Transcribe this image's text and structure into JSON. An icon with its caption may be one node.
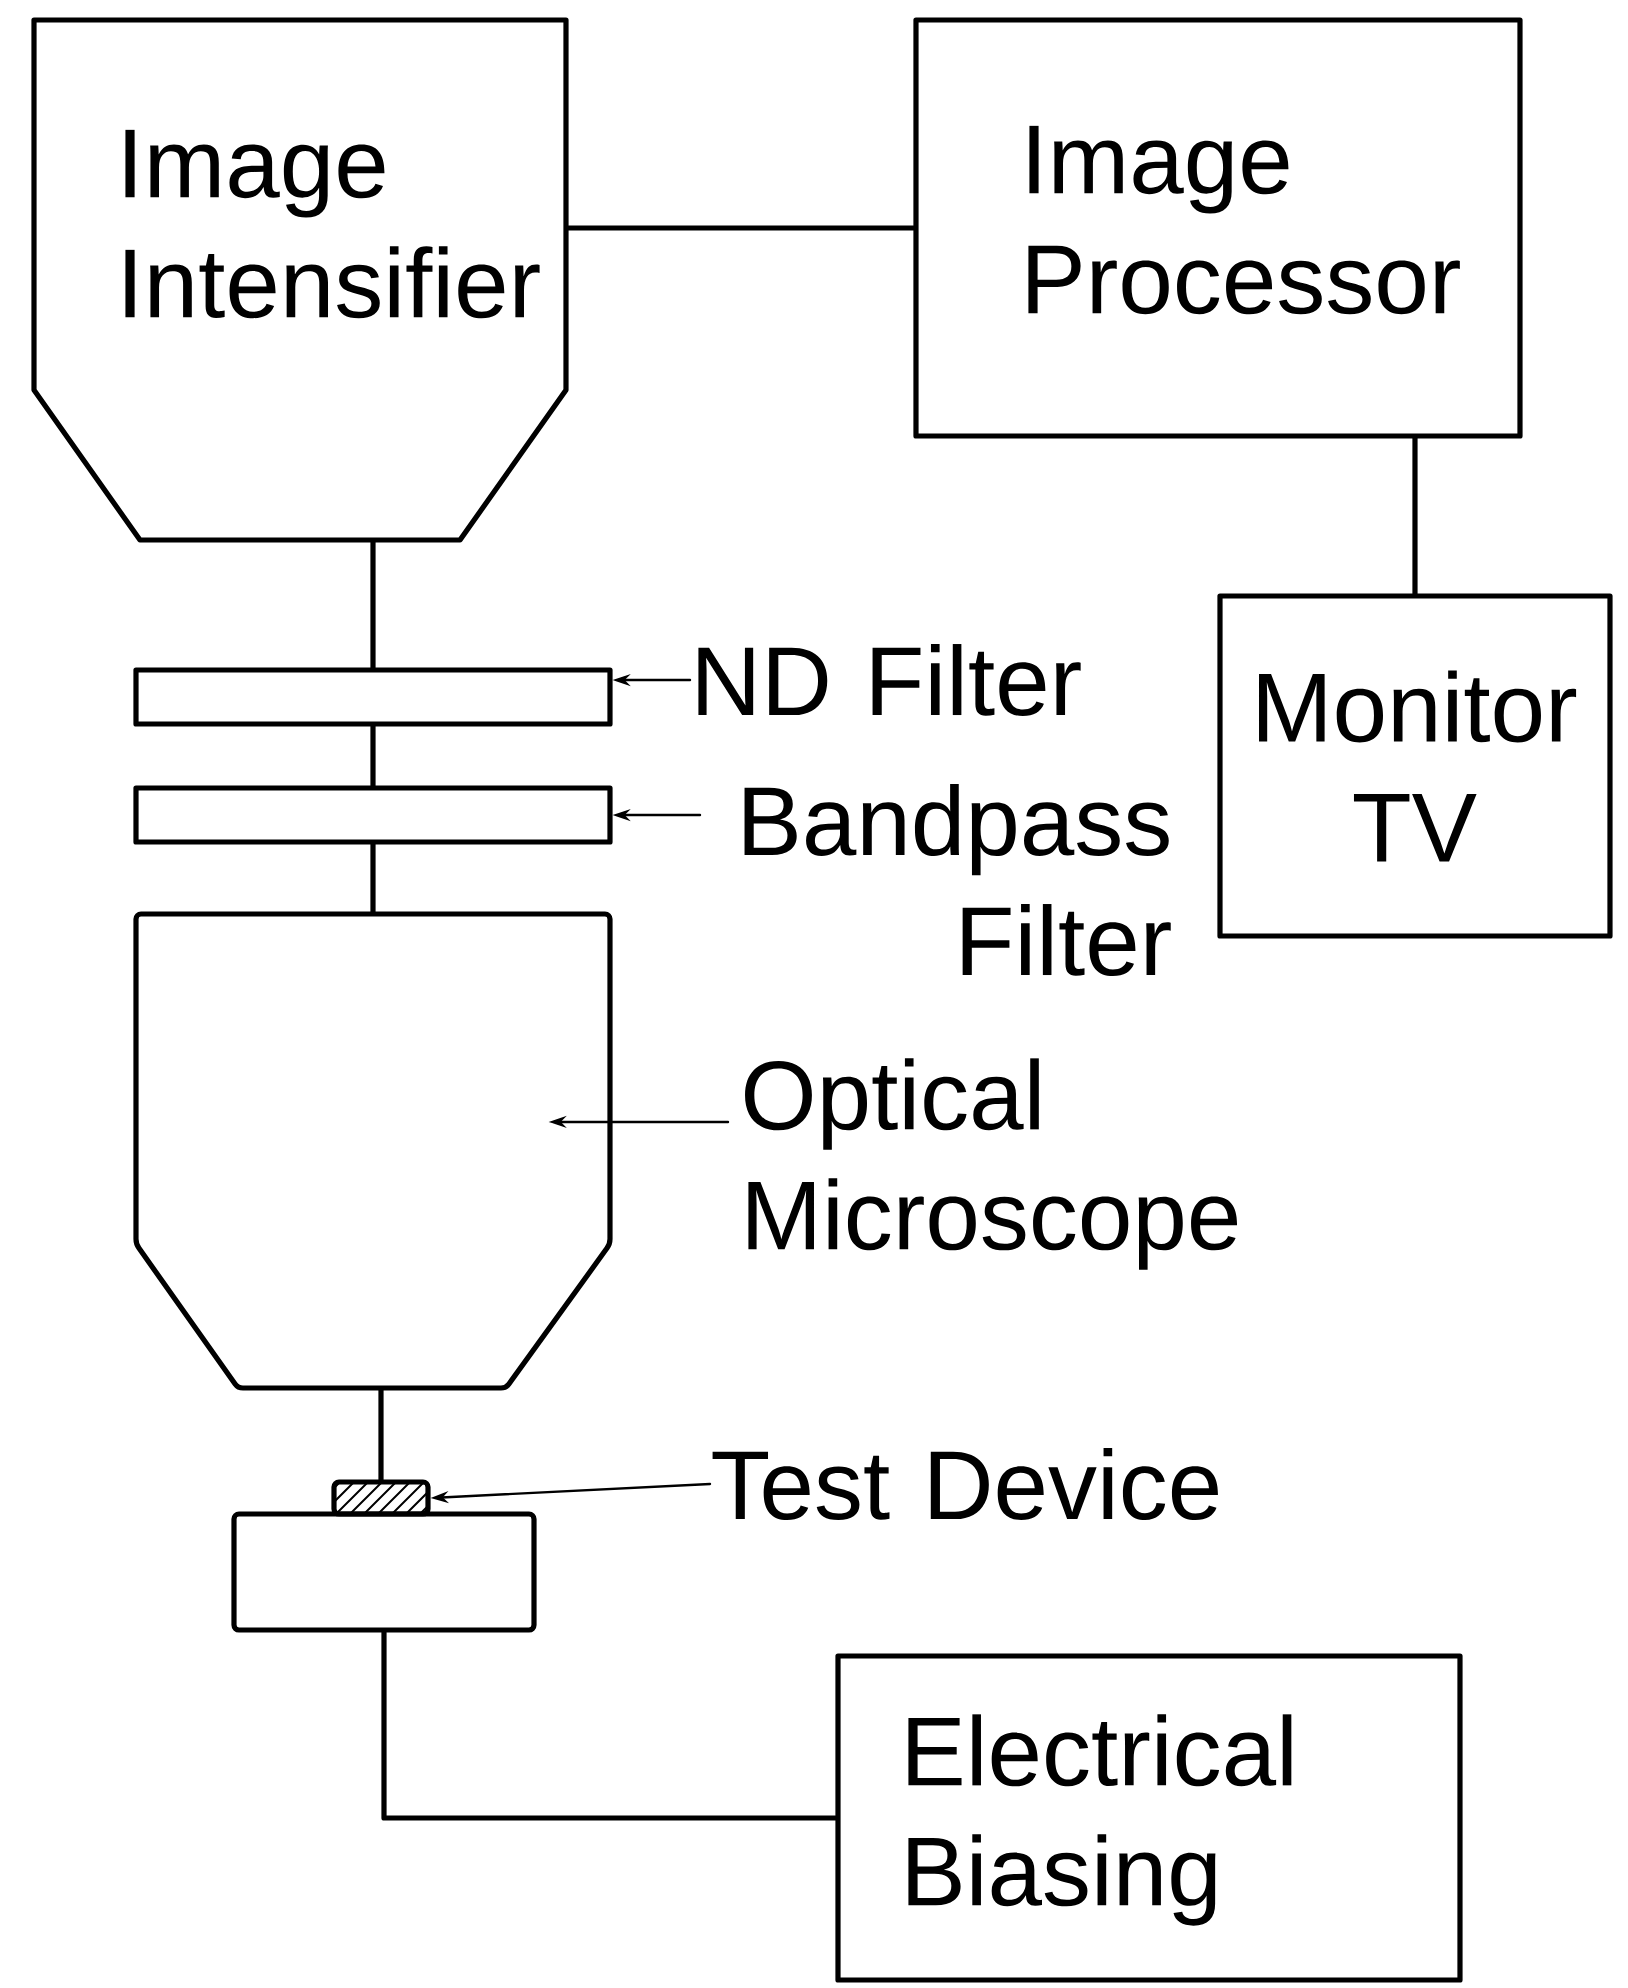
{
  "diagram": {
    "nodes": [
      {
        "text": [
          "Image Intensifier"
        ]
      },
      {
        "text": [
          "Image Processor"
        ]
      },
      {
        "text": [
          "Monitor TV"
        ]
      },
      {
        "text": [
          "ND Filter"
        ]
      },
      {
        "text": [],
        "shape": "bar"
      },
      {
        "text": [
          "Bandpass Filter"
        ]
      },
      {
        "text": [],
        "shape": "bar"
      },
      {
        "text": [
          "Optical Microscope"
        ]
      },
      {
        "text": [],
        "shape": "box"
      },
      {
        "text": [
          "Test Device"
        ]
      },
      {
        "text": [],
        "shape": "box"
      },
      {
        "text": [],
        "shape": "box"
      },
      {
        "text": [
          "Electrical Biasing"
        ]
      }
    ],
    "edges": [
      {
        "from": 0,
        "to": 1,
        "arrow": "none"
      },
      {
        "from": 1,
        "to": 2,
        "arrow": "none"
      },
      {
        "from": 0,
        "to": 4,
        "arrow": "none"
      },
      {
        "from": 4,
        "to": 6,
        "arrow": "none"
      },
      {
        "from": 6,
        "to": 8,
        "arrow": "none"
      },
      {
        "from": 8,
        "to": 10,
        "arrow": "none"
      },
      {
        "from": 11,
        "to": 12,
        "arrow": "none"
      },
      {
        "from": 3,
        "to": 4,
        "arrow": "to"
      },
      {
        "from": 5,
        "to": 6,
        "arrow": "to"
      },
      {
        "from": 7,
        "to": 8,
        "arrow": "to"
      },
      {
        "from": 9,
        "to": 10,
        "arrow": "to"
      }
    ]
  }
}
